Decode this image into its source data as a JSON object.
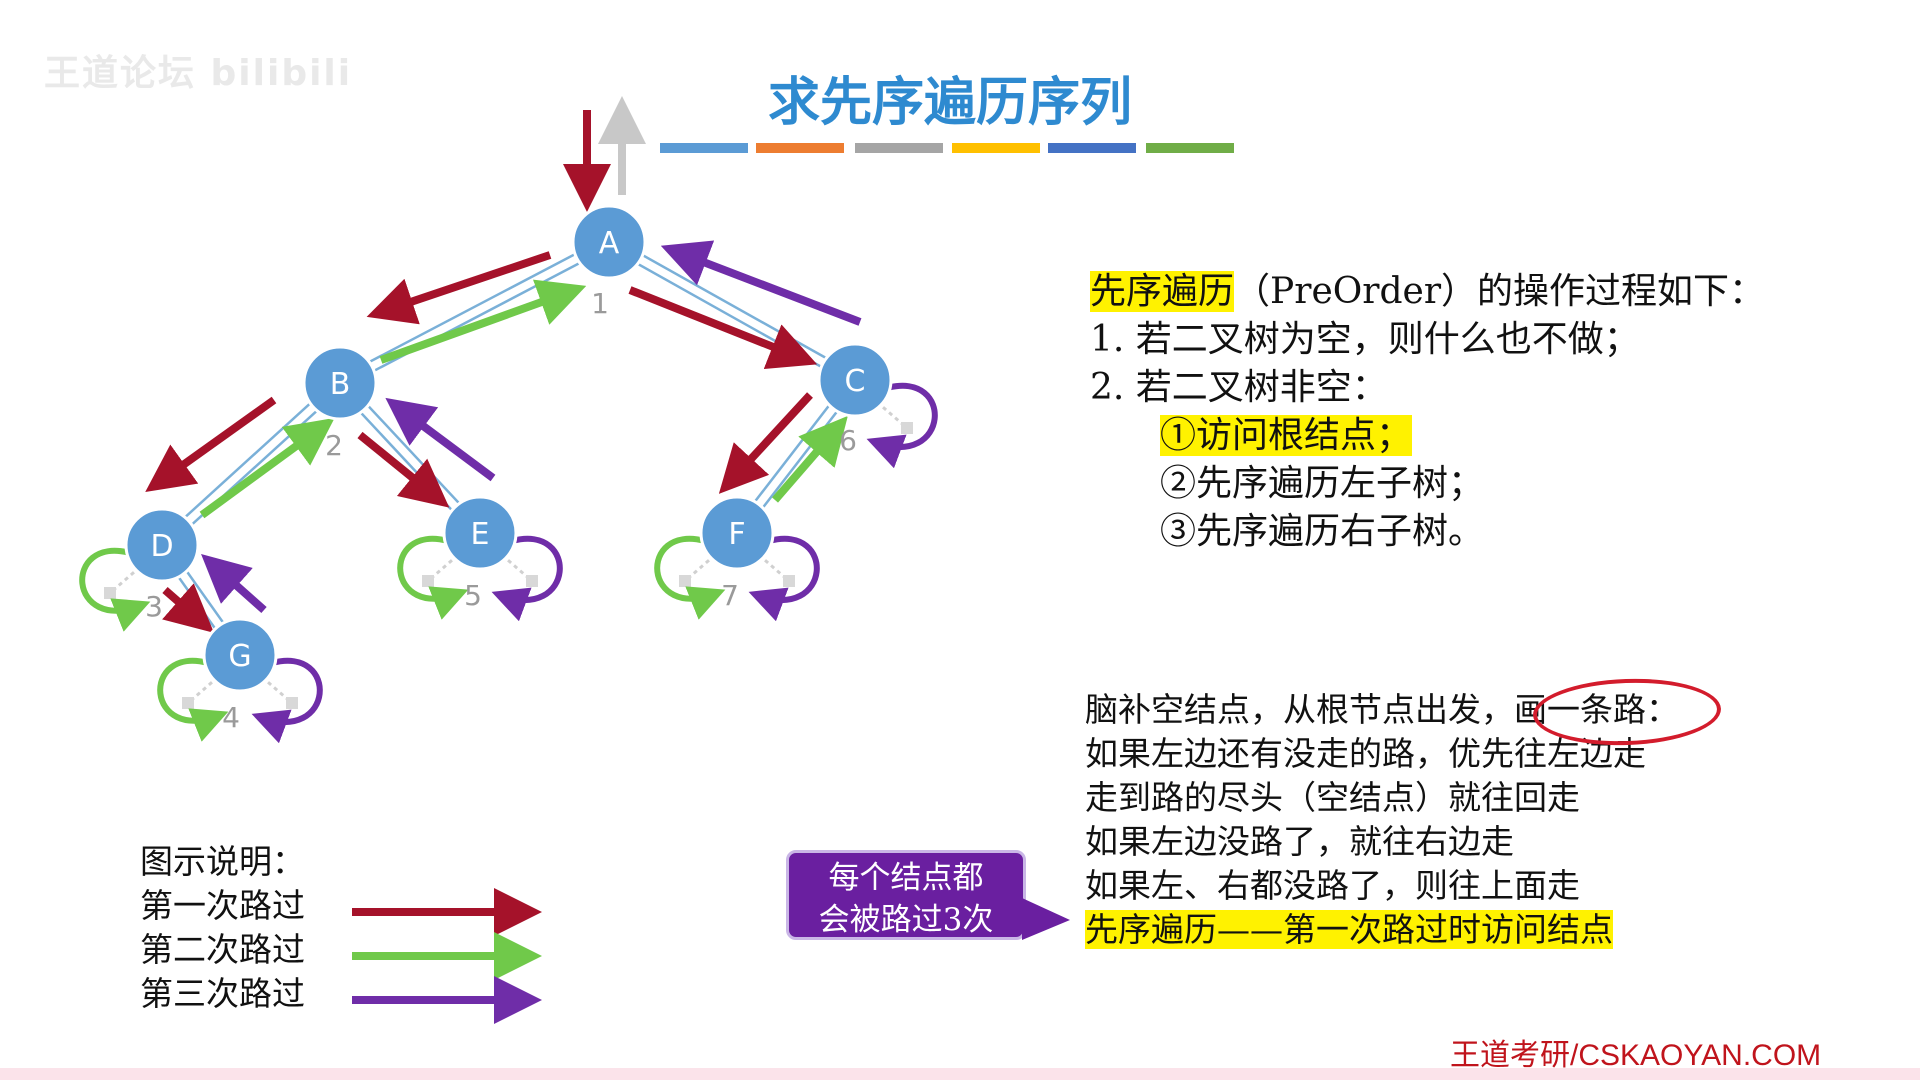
{
  "watermark": "王道论坛 bilibili",
  "title": "求先序遍历序列",
  "colorbar": [
    "#5b9bd5",
    "#ed7d31",
    "#a5a5a5",
    "#ffc000",
    "#4472c4",
    "#70ad47"
  ],
  "colors": {
    "first_pass": "#a5122a",
    "second_pass": "#70c94a",
    "third_pass": "#6f2da8",
    "node_fill": "#5b9bd5",
    "edge": "#7ab0d8"
  },
  "tree": {
    "nodes": [
      {
        "id": "A",
        "order": "1"
      },
      {
        "id": "B",
        "order": "2"
      },
      {
        "id": "C",
        "order": "6"
      },
      {
        "id": "D",
        "order": "3"
      },
      {
        "id": "E",
        "order": "5"
      },
      {
        "id": "F",
        "order": "7"
      },
      {
        "id": "G",
        "order": "4"
      }
    ],
    "edges": [
      [
        "A",
        "B"
      ],
      [
        "A",
        "C"
      ],
      [
        "B",
        "D"
      ],
      [
        "B",
        "E"
      ],
      [
        "D",
        "G"
      ],
      [
        "C",
        "F"
      ]
    ]
  },
  "definition": {
    "term": "先序遍历",
    "rest": "（PreOrder）的操作过程如下：",
    "rule1": "1.  若二叉树为空，则什么也不做；",
    "rule2": "2.  若二叉树非空：",
    "step1": "①访问根结点；",
    "step2": "②先序遍历左子树；",
    "step3": "③先序遍历右子树。"
  },
  "notes": {
    "line1_a": "脑补空结点，从根节点出发，",
    "line1_b": "画一条路：",
    "line2": "如果左边还有没走的路，优先往左边走",
    "line3": "走到路的尽头（空结点）就往回走",
    "line4": "如果左边没路了，就往右边走",
    "line5": "如果左、右都没路了，则往上面走",
    "line6": "先序遍历——第一次路过时访问结点"
  },
  "callout": {
    "line1": "每个结点都",
    "line2": "会被路过3次"
  },
  "legend": {
    "heading": "图示说明：",
    "first": "第一次路过",
    "second": "第二次路过",
    "third": "第三次路过"
  },
  "footer": "王道考研/CSKAOYAN.COM"
}
